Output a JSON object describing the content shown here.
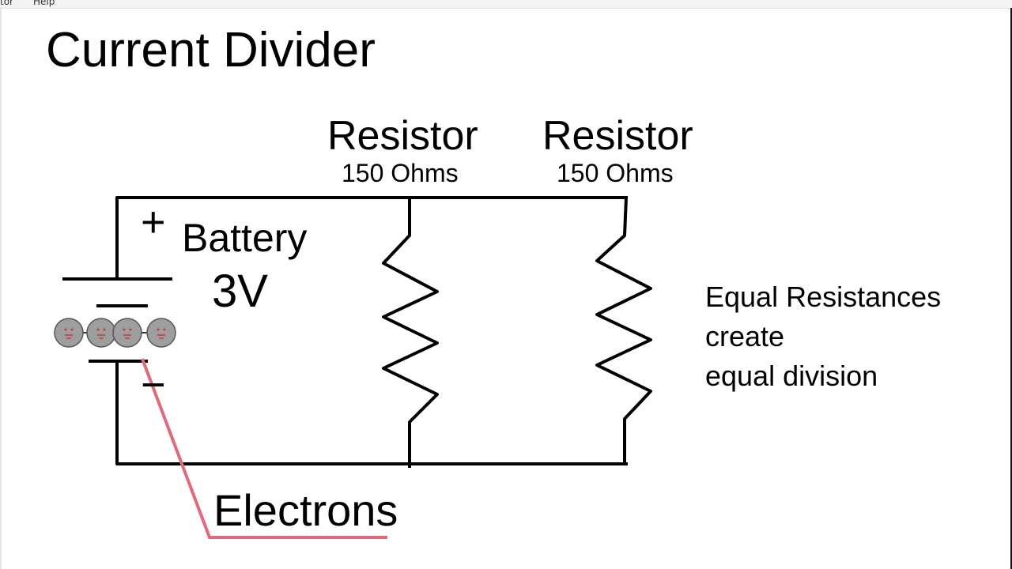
{
  "menu": {
    "items": [
      "tor",
      "Help"
    ]
  },
  "title": "Current Divider",
  "battery": {
    "label": "Battery",
    "voltage": "3V",
    "plus": "+",
    "minus": "−"
  },
  "resistors": [
    {
      "label": "Resistor",
      "value": "150 Ohms"
    },
    {
      "label": "Resistor",
      "value": "150 Ohms"
    }
  ],
  "note": {
    "lines": [
      "Equal Resistances",
      "create",
      "equal division"
    ]
  },
  "electrons": {
    "label": "Electrons",
    "count": 4,
    "face": "∷"
  },
  "colors": {
    "wire": "#000000",
    "pointer": "#e06a7a",
    "electron_fill": "#9e9e9e",
    "electron_face": "#c43a4a"
  }
}
